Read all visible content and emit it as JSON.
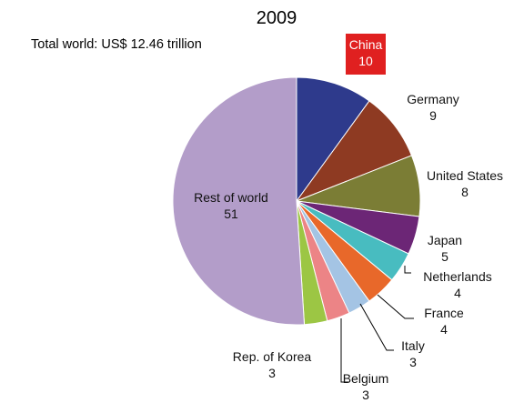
{
  "chart_data": {
    "type": "pie",
    "title": "2009",
    "subtitle": "Total world: US$ 12.46 trillion",
    "highlight_color": "#e02020",
    "slices": [
      {
        "label": "China",
        "value": 10,
        "color": "#2e3a8c",
        "highlight": true
      },
      {
        "label": "Germany",
        "value": 9,
        "color": "#8e3a22"
      },
      {
        "label": "United States",
        "value": 8,
        "color": "#7b7d35"
      },
      {
        "label": "Japan",
        "value": 5,
        "color": "#6c2676"
      },
      {
        "label": "Netherlands",
        "value": 4,
        "color": "#48bcc0"
      },
      {
        "label": "France",
        "value": 4,
        "color": "#e8682a"
      },
      {
        "label": "Italy",
        "value": 3,
        "color": "#a4c4e4"
      },
      {
        "label": "Belgium",
        "value": 3,
        "color": "#ec8486"
      },
      {
        "label": "Rep. of Korea",
        "value": 3,
        "color": "#9cc644"
      },
      {
        "label": "Rest of world",
        "value": 51,
        "color": "#b39dc9"
      }
    ]
  }
}
